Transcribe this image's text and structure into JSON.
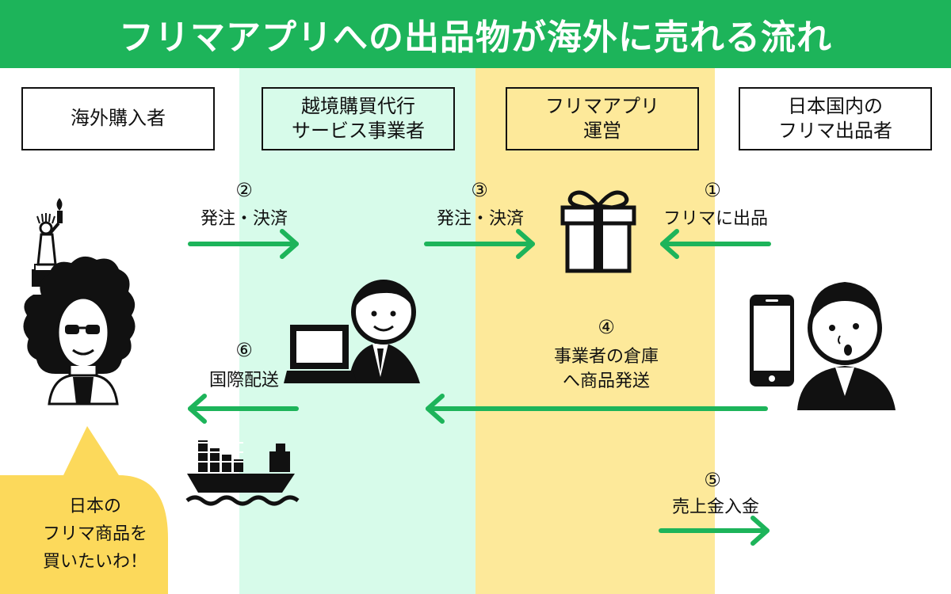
{
  "title": "フリマアプリへの出品物が海外に売れる流れ",
  "colors": {
    "banner": "#1db45a",
    "arrow": "#1db45a",
    "mint_band": "#d7fbea",
    "yellow_band": "#fde99a",
    "bubble": "#fcd95b"
  },
  "roles": {
    "overseas_buyer": "海外購入者",
    "proxy_service": "越境購買代行\nサービス事業者",
    "app_operator": "フリマアプリ\n運営",
    "domestic_seller": "日本国内の\nフリマ出品者"
  },
  "steps": [
    {
      "num": "①",
      "label": "フリマに出品"
    },
    {
      "num": "②",
      "label": "発注・決済"
    },
    {
      "num": "③",
      "label": "発注・決済"
    },
    {
      "num": "④",
      "label": "事業者の倉庫\nへ商品発送"
    },
    {
      "num": "⑤",
      "label": "売上金入金"
    },
    {
      "num": "⑥",
      "label": "国際配送"
    }
  ],
  "speech_bubble": "日本の\nフリマ商品を\n買いたいわ！",
  "icons": [
    "statue-of-liberty-icon",
    "buyer-woman-icon",
    "businessman-laptop-icon",
    "gift-box-icon",
    "smartphone-icon",
    "seller-man-icon",
    "cargo-ship-icon"
  ]
}
